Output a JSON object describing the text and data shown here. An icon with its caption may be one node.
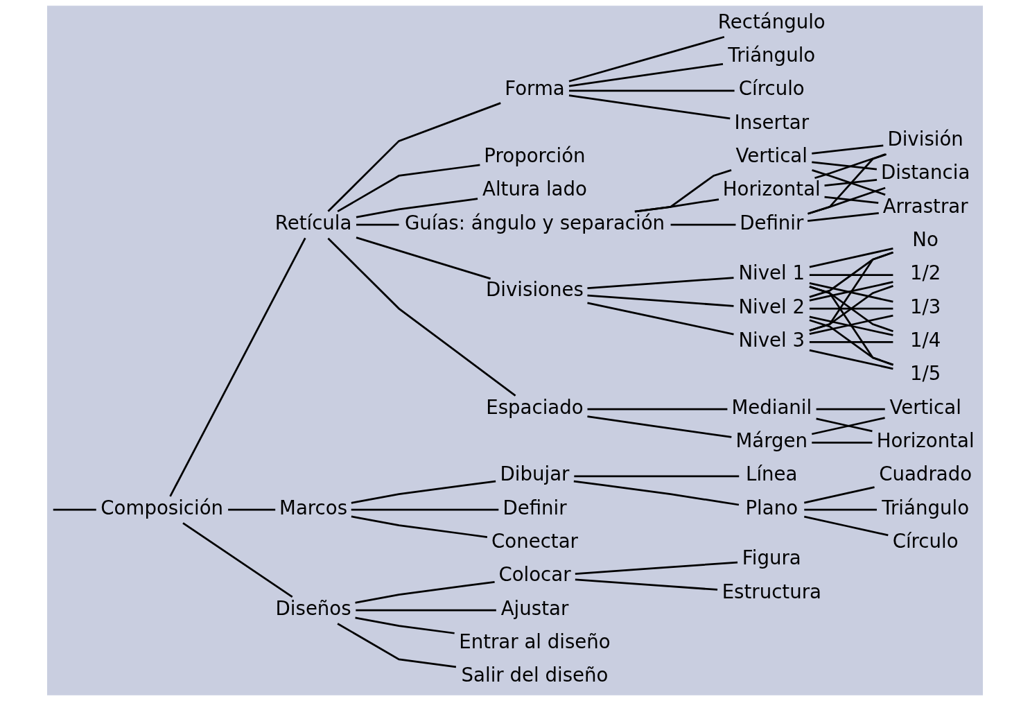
{
  "diagram": {
    "nodes": [
      {
        "text": [
          "Composición"
        ]
      },
      {
        "text": [
          "Retícula"
        ]
      },
      {
        "text": [
          "Forma"
        ]
      },
      {
        "text": [
          "Rectángulo"
        ]
      },
      {
        "text": [
          "Triángulo"
        ]
      },
      {
        "text": [
          "Círculo"
        ]
      },
      {
        "text": [
          "Insertar"
        ]
      },
      {
        "text": [
          "Proporción"
        ]
      },
      {
        "text": [
          "Altura lado"
        ]
      },
      {
        "text": [
          "Guías: ángulo y separación"
        ]
      },
      {
        "text": [
          "Vertical"
        ]
      },
      {
        "text": [
          "Horizontal"
        ]
      },
      {
        "text": [
          "Definir"
        ]
      },
      {
        "text": [
          "División"
        ]
      },
      {
        "text": [
          "Distancia"
        ]
      },
      {
        "text": [
          "Arrastrar"
        ]
      },
      {
        "text": [
          "Divisiones"
        ]
      },
      {
        "text": [
          "Nivel 1"
        ]
      },
      {
        "text": [
          "Nivel 2"
        ]
      },
      {
        "text": [
          "Nivel 3"
        ]
      },
      {
        "text": [
          "No"
        ]
      },
      {
        "text": [
          "1/2"
        ]
      },
      {
        "text": [
          "1/3"
        ]
      },
      {
        "text": [
          "1/4"
        ]
      },
      {
        "text": [
          "1/5"
        ]
      },
      {
        "text": [
          "Espaciado"
        ]
      },
      {
        "text": [
          "Medianil"
        ]
      },
      {
        "text": [
          "Márgen"
        ]
      },
      {
        "text": [
          "Vertical"
        ]
      },
      {
        "text": [
          "Horizontal"
        ]
      },
      {
        "text": [
          "Marcos"
        ]
      },
      {
        "text": [
          "Dibujar"
        ]
      },
      {
        "text": [
          "Definir"
        ]
      },
      {
        "text": [
          "Conectar"
        ]
      },
      {
        "text": [
          "Línea"
        ]
      },
      {
        "text": [
          "Plano"
        ]
      },
      {
        "text": [
          "Cuadrado"
        ]
      },
      {
        "text": [
          "Triángulo"
        ]
      },
      {
        "text": [
          "Círculo"
        ]
      },
      {
        "text": [
          "Diseños"
        ]
      },
      {
        "text": [
          "Colocar"
        ]
      },
      {
        "text": [
          "Ajustar"
        ]
      },
      {
        "text": [
          "Entrar al diseño"
        ]
      },
      {
        "text": [
          "Salir del diseño"
        ]
      },
      {
        "text": [
          "Figura"
        ]
      },
      {
        "text": [
          "Estructura"
        ]
      }
    ],
    "edges": [
      {
        "from": null,
        "to": 0,
        "arrow": "none"
      },
      {
        "from": 0,
        "to": 1,
        "arrow": "none"
      },
      {
        "from": 1,
        "to": 2,
        "arrow": "none"
      },
      {
        "from": 2,
        "to": 3,
        "arrow": "none"
      },
      {
        "from": 2,
        "to": 4,
        "arrow": "none"
      },
      {
        "from": 2,
        "to": 5,
        "arrow": "none"
      },
      {
        "from": 2,
        "to": 6,
        "arrow": "none"
      },
      {
        "from": 1,
        "to": 7,
        "arrow": "none"
      },
      {
        "from": 1,
        "to": 8,
        "arrow": "none"
      },
      {
        "from": 1,
        "to": 9,
        "arrow": "none"
      },
      {
        "from": 9,
        "to": 10,
        "arrow": "none"
      },
      {
        "from": 9,
        "to": 11,
        "arrow": "none"
      },
      {
        "from": 9,
        "to": 12,
        "arrow": "none"
      },
      {
        "from": 10,
        "to": 13,
        "arrow": "none"
      },
      {
        "from": 10,
        "to": 14,
        "arrow": "none"
      },
      {
        "from": 10,
        "to": 15,
        "arrow": "none"
      },
      {
        "from": 11,
        "to": 13,
        "arrow": "none"
      },
      {
        "from": 11,
        "to": 14,
        "arrow": "none"
      },
      {
        "from": 11,
        "to": 15,
        "arrow": "none"
      },
      {
        "from": 12,
        "to": 13,
        "arrow": "none"
      },
      {
        "from": 12,
        "to": 14,
        "arrow": "none"
      },
      {
        "from": 12,
        "to": 15,
        "arrow": "none"
      },
      {
        "from": 1,
        "to": 16,
        "arrow": "none"
      },
      {
        "from": 16,
        "to": 17,
        "arrow": "none"
      },
      {
        "from": 16,
        "to": 18,
        "arrow": "none"
      },
      {
        "from": 16,
        "to": 19,
        "arrow": "none"
      },
      {
        "from": 17,
        "to": 20,
        "arrow": "none"
      },
      {
        "from": 17,
        "to": 21,
        "arrow": "none"
      },
      {
        "from": 17,
        "to": 22,
        "arrow": "none"
      },
      {
        "from": 17,
        "to": 23,
        "arrow": "none"
      },
      {
        "from": 17,
        "to": 24,
        "arrow": "none"
      },
      {
        "from": 18,
        "to": 20,
        "arrow": "none"
      },
      {
        "from": 18,
        "to": 21,
        "arrow": "none"
      },
      {
        "from": 18,
        "to": 22,
        "arrow": "none"
      },
      {
        "from": 18,
        "to": 23,
        "arrow": "none"
      },
      {
        "from": 18,
        "to": 24,
        "arrow": "none"
      },
      {
        "from": 19,
        "to": 20,
        "arrow": "none"
      },
      {
        "from": 19,
        "to": 21,
        "arrow": "none"
      },
      {
        "from": 19,
        "to": 22,
        "arrow": "none"
      },
      {
        "from": 19,
        "to": 23,
        "arrow": "none"
      },
      {
        "from": 19,
        "to": 24,
        "arrow": "none"
      },
      {
        "from": 1,
        "to": 25,
        "arrow": "none"
      },
      {
        "from": 25,
        "to": 26,
        "arrow": "none"
      },
      {
        "from": 25,
        "to": 27,
        "arrow": "none"
      },
      {
        "from": 26,
        "to": 28,
        "arrow": "none"
      },
      {
        "from": 26,
        "to": 29,
        "arrow": "none"
      },
      {
        "from": 27,
        "to": 28,
        "arrow": "none"
      },
      {
        "from": 27,
        "to": 29,
        "arrow": "none"
      },
      {
        "from": 0,
        "to": 30,
        "arrow": "none"
      },
      {
        "from": 30,
        "to": 31,
        "arrow": "none"
      },
      {
        "from": 30,
        "to": 32,
        "arrow": "none"
      },
      {
        "from": 30,
        "to": 33,
        "arrow": "none"
      },
      {
        "from": 31,
        "to": 34,
        "arrow": "none"
      },
      {
        "from": 31,
        "to": 35,
        "arrow": "none"
      },
      {
        "from": 35,
        "to": 36,
        "arrow": "none"
      },
      {
        "from": 35,
        "to": 37,
        "arrow": "none"
      },
      {
        "from": 35,
        "to": 38,
        "arrow": "none"
      },
      {
        "from": 0,
        "to": 39,
        "arrow": "none"
      },
      {
        "from": 39,
        "to": 40,
        "arrow": "none"
      },
      {
        "from": 39,
        "to": 41,
        "arrow": "none"
      },
      {
        "from": 39,
        "to": 42,
        "arrow": "none"
      },
      {
        "from": 39,
        "to": 43,
        "arrow": "none"
      },
      {
        "from": 40,
        "to": 44,
        "arrow": "none"
      },
      {
        "from": 40,
        "to": 45,
        "arrow": "none"
      }
    ]
  }
}
